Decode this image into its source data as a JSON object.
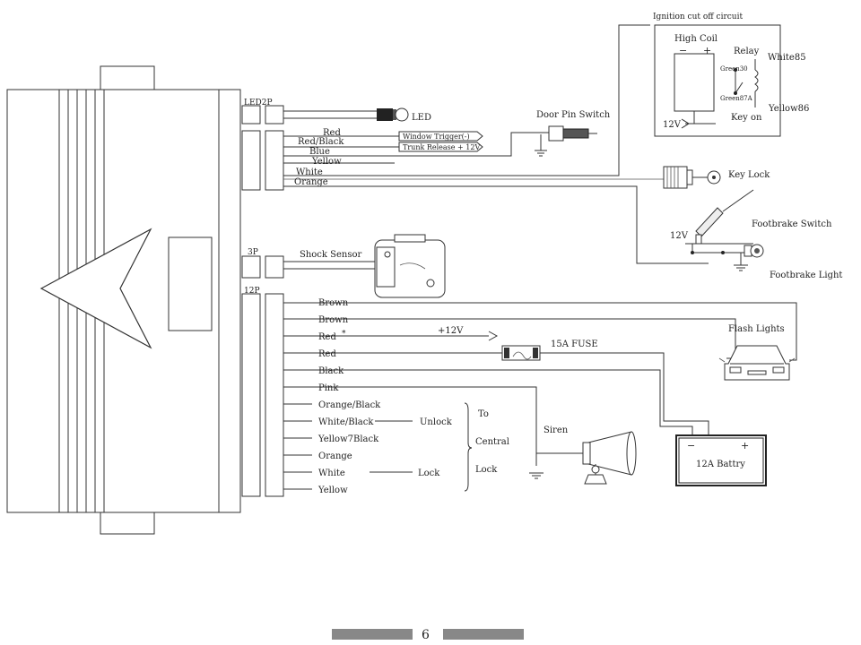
{
  "header_partial": "Ignition cut off circuit",
  "connectors": {
    "led": "LED2P",
    "shock": "3P",
    "main": "12P"
  },
  "led_label": "LED",
  "top_wires": [
    "Red",
    "Red/Black",
    "Blue",
    "Yellow",
    "White",
    "Orange"
  ],
  "triggers": {
    "window": "Window Trigger(-)",
    "trunk": "Trunk Release + 12V"
  },
  "door_pin": "Door Pin Switch",
  "ignition": {
    "high_coil": "High Coil",
    "minus": "−",
    "plus": "+",
    "relay": "Relay",
    "green30": "Green30",
    "green87a": "Green87A",
    "white85": "White85",
    "yellow86": "Yellow86",
    "v12": "12V",
    "key_on": "Key on"
  },
  "key_lock": "Key Lock",
  "footbrake_switch": "Footbrake Switch",
  "footbrake_v12": "12V",
  "footbrake_light": "Footbrake Light",
  "shock_sensor": "Shock Sensor",
  "main_wires": [
    "Brown",
    "Brown",
    "Red",
    "Red",
    "Black",
    "Pink",
    "Orange/Black",
    "White/Black",
    "Yellow7Black",
    "Orange",
    "White",
    "Yellow"
  ],
  "red_star": "*",
  "plus12v": "+12V",
  "fuse": "15A FUSE",
  "flash_lights": "Flash Lights",
  "unlock": "Unlock",
  "lock": "Lock",
  "central_lock": [
    "To",
    "Central",
    "Lock"
  ],
  "siren": "Siren",
  "battery": {
    "label": "12A Battry",
    "minus": "−",
    "plus": "+"
  },
  "page_number": "6"
}
